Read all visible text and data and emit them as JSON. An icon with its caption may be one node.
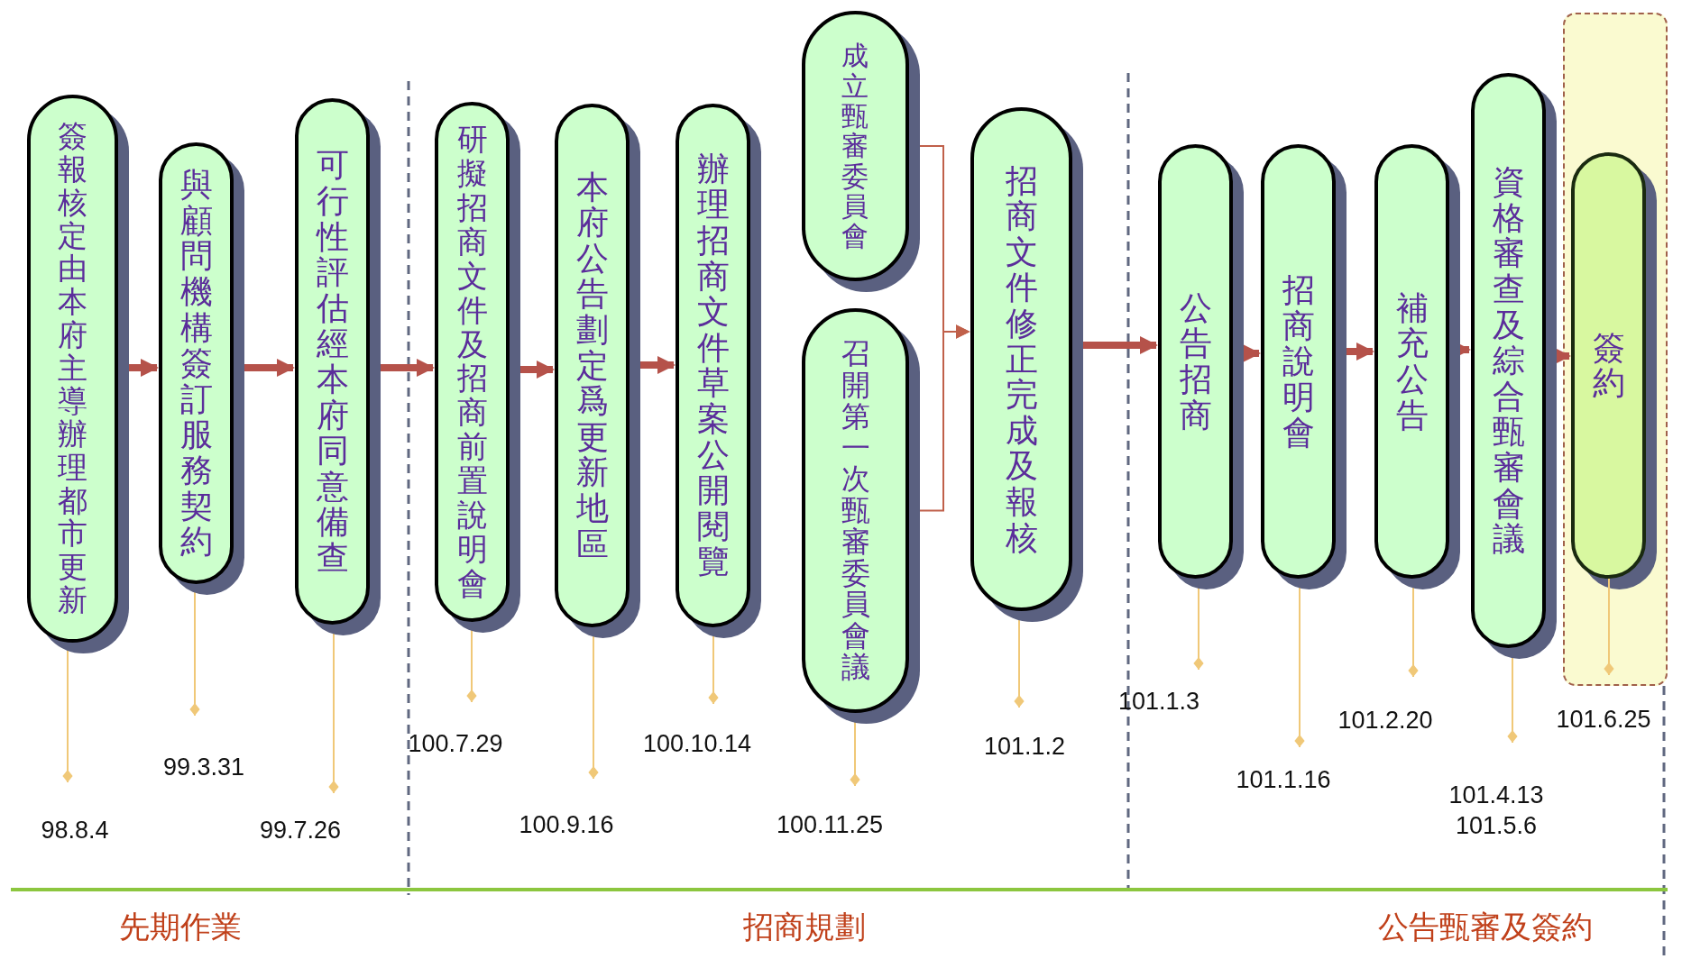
{
  "diagram": {
    "nodes": [
      {
        "text": [
          "簽報核定由本府主導辦理都市更新"
        ]
      },
      {
        "text": [
          "與顧問機構簽訂服務契約"
        ]
      },
      {
        "text": [
          "可行性評估經本府同意備查"
        ]
      },
      {
        "text": [
          "研擬招商文件及招商前置說明會"
        ]
      },
      {
        "text": [
          "本府公告劃定爲更新地區"
        ]
      },
      {
        "text": [
          "辦理招商文件草案公開閱覽"
        ]
      },
      {
        "text": [
          "成立甄審委員會"
        ]
      },
      {
        "text": [
          "召開第一次甄審委員會議"
        ]
      },
      {
        "text": [
          "招商文件修正完成及報核"
        ]
      },
      {
        "text": [
          "公告招商"
        ]
      },
      {
        "text": [
          "招商說明會"
        ]
      },
      {
        "text": [
          "補充公告"
        ]
      },
      {
        "text": [
          "資格審查及綜合甄審會議"
        ]
      },
      {
        "text": [],
        "shape": "box"
      },
      {
        "text": [
          "簽約"
        ],
        "in": 13
      },
      {
        "text": [
          "98.8.4"
        ]
      },
      {
        "text": [
          "99.3.31"
        ]
      },
      {
        "text": [
          "99.7.26"
        ]
      },
      {
        "text": [
          "100.7.29"
        ]
      },
      {
        "text": [
          "100.9.16"
        ]
      },
      {
        "text": [
          "100.10.14"
        ]
      },
      {
        "text": [
          "100.11.25"
        ]
      },
      {
        "text": [
          "101.1.2"
        ]
      },
      {
        "text": [
          "101.1.3"
        ]
      },
      {
        "text": [
          "101.1.16"
        ]
      },
      {
        "text": [
          "101.2.20"
        ]
      },
      {
        "text": [
          "101.4.13 101.5.6"
        ]
      },
      {
        "text": [
          "101.6.25"
        ]
      }
    ],
    "edges": [
      {
        "from": 0,
        "to": 1,
        "arrow": "to",
        "style": "thick",
        "color": "#b5524a"
      },
      {
        "from": 1,
        "to": 2,
        "arrow": "to",
        "style": "thick",
        "color": "#b5524a"
      },
      {
        "from": 2,
        "to": 3,
        "arrow": "to",
        "style": "thick",
        "color": "#b5524a"
      },
      {
        "from": 3,
        "to": 4,
        "arrow": "to",
        "style": "thick",
        "color": "#b5524a"
      },
      {
        "from": 4,
        "to": 5,
        "arrow": "to",
        "style": "thick",
        "color": "#b5524a"
      },
      {
        "from": 6,
        "to": 8,
        "arrow": "to",
        "color": "#c0604a"
      },
      {
        "from": 7,
        "to": 8,
        "arrow": "to",
        "color": "#c0604a"
      },
      {
        "from": 8,
        "to": 9,
        "arrow": "to",
        "style": "thick",
        "color": "#b5524a"
      },
      {
        "from": 9,
        "to": 10,
        "arrow": "to",
        "style": "thick",
        "color": "#b5524a"
      },
      {
        "from": 10,
        "to": 11,
        "arrow": "to",
        "style": "thick",
        "color": "#b5524a"
      },
      {
        "from": 11,
        "to": 12,
        "arrow": "to",
        "style": "thick",
        "color": "#b5524a"
      },
      {
        "from": 12,
        "to": 14,
        "arrow": "to",
        "style": "thick",
        "color": "#b5524a"
      },
      {
        "from": 0,
        "to": 15,
        "arrow": "other",
        "color": "#f0c878"
      },
      {
        "from": 1,
        "to": 16,
        "arrow": "other",
        "color": "#f0c878"
      },
      {
        "from": 2,
        "to": 17,
        "arrow": "other",
        "color": "#f0c878"
      },
      {
        "from": 3,
        "to": 18,
        "arrow": "other",
        "color": "#f0c878"
      },
      {
        "from": 4,
        "to": 19,
        "arrow": "other",
        "color": "#f0c878"
      },
      {
        "from": 5,
        "to": 20,
        "arrow": "other",
        "color": "#f0c878"
      },
      {
        "from": 7,
        "to": 21,
        "arrow": "other",
        "color": "#f0c878"
      },
      {
        "from": 8,
        "to": 22,
        "arrow": "other",
        "color": "#f0c878"
      },
      {
        "from": 9,
        "to": 23,
        "arrow": "other",
        "color": "#f0c878"
      },
      {
        "from": 10,
        "to": 24,
        "arrow": "other",
        "color": "#f0c878"
      },
      {
        "from": 11,
        "to": 25,
        "arrow": "other",
        "color": "#f0c878"
      },
      {
        "from": 12,
        "to": 26,
        "arrow": "other",
        "color": "#f0c878"
      },
      {
        "from": 14,
        "to": 27,
        "arrow": "other",
        "color": "#f0c878"
      }
    ],
    "labels": [
      "先期作業",
      "招商規劃",
      "公告甄審及簽約"
    ]
  }
}
